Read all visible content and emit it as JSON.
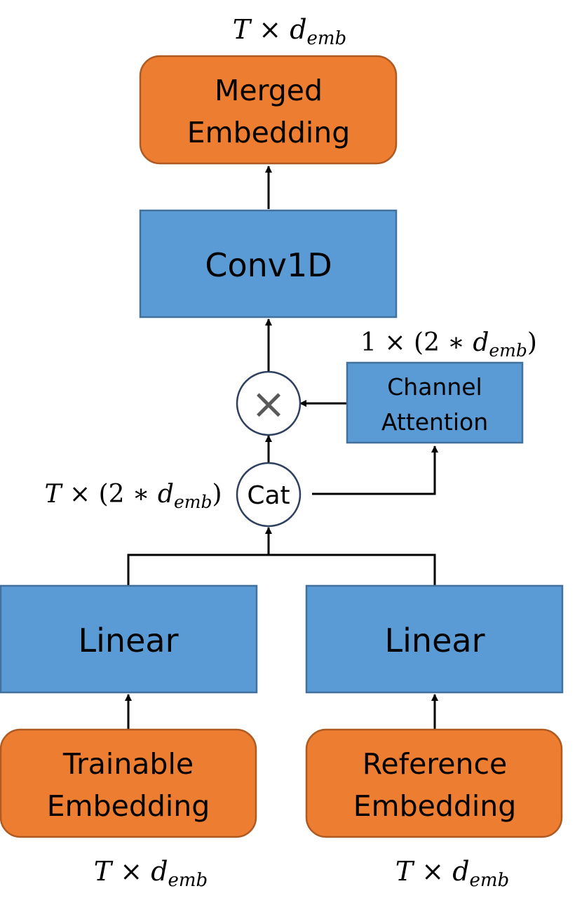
{
  "nodes": {
    "merged_embedding": {
      "line1": "Merged",
      "line2": "Embedding",
      "fill": "#ED7D31"
    },
    "conv1d": {
      "label": "Conv1D",
      "fill": "#5B9BD5"
    },
    "multiply": {
      "symbol": "×"
    },
    "channel_attention": {
      "line1": "Channel",
      "line2": "Attention",
      "fill": "#5B9BD5"
    },
    "cat": {
      "label": "Cat"
    },
    "linear_left": {
      "label": "Linear",
      "fill": "#5B9BD5"
    },
    "linear_right": {
      "label": "Linear",
      "fill": "#5B9BD5"
    },
    "trainable_embedding": {
      "line1": "Trainable",
      "line2": "Embedding",
      "fill": "#ED7D31"
    },
    "reference_embedding": {
      "line1": "Reference",
      "line2": "Embedding",
      "fill": "#ED7D31"
    }
  },
  "shapes": {
    "top_output": "T × d_emb",
    "attention_output": "1 × (2 ∗ d_emb)",
    "concat_output": "T × (2 ∗ d_emb)",
    "trainable_input": "T × d_emb",
    "reference_input": "T × d_emb"
  },
  "math": {
    "T": "T",
    "one": "1",
    "times": "×",
    "lparen": "(",
    "rparen": ")",
    "two": "2",
    "star": "∗",
    "d": "d",
    "emb": "emb"
  },
  "colors": {
    "orange_fill": "#ED7D31",
    "orange_border": "#AE5A21",
    "blue_fill": "#5B9BD5",
    "blue_border": "#41719C",
    "circle_border": "#2F3F5F",
    "line": "#000000"
  }
}
